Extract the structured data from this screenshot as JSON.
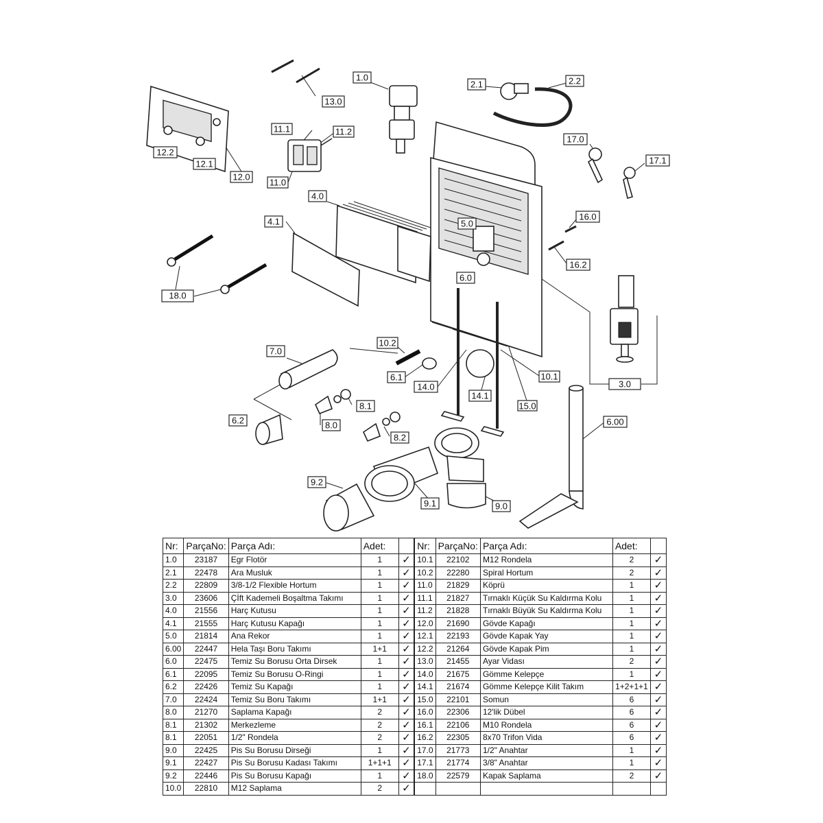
{
  "labels": {
    "l1_0": "1.0",
    "l2_1": "2.1",
    "l2_2": "2.2",
    "l3_0": "3.0",
    "l4_0": "4.0",
    "l4_1": "4.1",
    "l5_0": "5.0",
    "l6_0": "6.0",
    "l6_00": "6.00",
    "l6_1": "6.1",
    "l6_2": "6.2",
    "l7_0": "7.0",
    "l8_0": "8.0",
    "l8_1": "8.1",
    "l8_2": "8.2",
    "l9_0": "9.0",
    "l9_1": "9.1",
    "l9_2": "9.2",
    "l10_1": "10.1",
    "l10_2": "10.2",
    "l11_0": "11.0",
    "l11_1": "11.1",
    "l11_2": "11.2",
    "l12_0": "12.0",
    "l12_1": "12.1",
    "l12_2": "12.2",
    "l13_0": "13.0",
    "l14_0": "14.0",
    "l14_1": "14.1",
    "l15_0": "15.0",
    "l16_0": "16.0",
    "l16_2": "16.2",
    "l17_0": "17.0",
    "l17_1": "17.1",
    "l18_0": "18.0"
  },
  "table": {
    "headers": {
      "nr": "Nr:",
      "parca_no": "ParçaNo:",
      "parca_adi": "Parça Adı:",
      "adet": "Adet:"
    },
    "check": "✓",
    "left": [
      {
        "nr": "1.0",
        "no": "23187",
        "name": "Egr Flotör",
        "qty": "1"
      },
      {
        "nr": "2.1",
        "no": "22478",
        "name": "Ara Musluk",
        "qty": "1"
      },
      {
        "nr": "2.2",
        "no": "22809",
        "name": "3/8-1/2 Flexible Hortum",
        "qty": "1"
      },
      {
        "nr": "3.0",
        "no": "23606",
        "name": "Çİft Kademeli Boşaltma Takımı",
        "qty": "1"
      },
      {
        "nr": "4.0",
        "no": "21556",
        "name": "Harç Kutusu",
        "qty": "1"
      },
      {
        "nr": "4.1",
        "no": "21555",
        "name": "Harç Kutusu Kapağı",
        "qty": "1"
      },
      {
        "nr": "5.0",
        "no": "21814",
        "name": "Ana Rekor",
        "qty": "1"
      },
      {
        "nr": "6.00",
        "no": "22447",
        "name": "Hela Taşı Boru Takımı",
        "qty": "1+1"
      },
      {
        "nr": "6.0",
        "no": "22475",
        "name": "Temiz Su Borusu Orta Dirsek",
        "qty": "1"
      },
      {
        "nr": "6.1",
        "no": "22095",
        "name": "Temiz Su Borusu O-Ringi",
        "qty": "1"
      },
      {
        "nr": "6.2",
        "no": "22426",
        "name": "Temiz Su Kapağı",
        "qty": "1"
      },
      {
        "nr": "7.0",
        "no": "22424",
        "name": "Temiz Su Boru Takımı",
        "qty": "1+1"
      },
      {
        "nr": "8.0",
        "no": "21270",
        "name": "Saplama Kapağı",
        "qty": "2"
      },
      {
        "nr": "8.1",
        "no": "21302",
        "name": "Merkezleme",
        "qty": "2"
      },
      {
        "nr": "8.1",
        "no": "22051",
        "name": "1/2\" Rondela",
        "qty": "2"
      },
      {
        "nr": "9.0",
        "no": "22425",
        "name": "Pis Su Borusu Dirseği",
        "qty": "1"
      },
      {
        "nr": "9.1",
        "no": "22427",
        "name": "Pis Su Borusu Kadası Takımı",
        "qty": "1+1+1"
      },
      {
        "nr": "9.2",
        "no": "22446",
        "name": "Pis Su Borusu Kapağı",
        "qty": "1"
      },
      {
        "nr": "10.0",
        "no": "22810",
        "name": "M12 Saplama",
        "qty": "2"
      }
    ],
    "right": [
      {
        "nr": "10.1",
        "no": "22102",
        "name": "M12 Rondela",
        "qty": "2"
      },
      {
        "nr": "10.2",
        "no": "22280",
        "name": "Spiral Hortum",
        "qty": "2"
      },
      {
        "nr": "11.0",
        "no": "21829",
        "name": "Köprü",
        "qty": "1"
      },
      {
        "nr": "11.1",
        "no": "21827",
        "name": "Tırnaklı Küçük Su Kaldırma Kolu",
        "qty": "1"
      },
      {
        "nr": "11.2",
        "no": "21828",
        "name": "Tırnaklı Büyük Su Kaldırma Kolu",
        "qty": "1"
      },
      {
        "nr": "12.0",
        "no": "21690",
        "name": "Gövde Kapağı",
        "qty": "1"
      },
      {
        "nr": "12.1",
        "no": "22193",
        "name": "Gövde Kapak Yay",
        "qty": "1"
      },
      {
        "nr": "12.2",
        "no": "21264",
        "name": "Gövde Kapak Pim",
        "qty": "1"
      },
      {
        "nr": "13.0",
        "no": "21455",
        "name": "Ayar Vidası",
        "qty": "2"
      },
      {
        "nr": "14.0",
        "no": "21675",
        "name": "Gömme Kelepçe",
        "qty": "1"
      },
      {
        "nr": "14.1",
        "no": "21674",
        "name": "Gömme Kelepçe Kilit Takım",
        "qty": "1+2+1+1"
      },
      {
        "nr": "15.0",
        "no": "22101",
        "name": "Somun",
        "qty": "6"
      },
      {
        "nr": "16.0",
        "no": "22306",
        "name": "12'lik Dübel",
        "qty": "6"
      },
      {
        "nr": "16.1",
        "no": "22106",
        "name": "M10 Rondela",
        "qty": "6"
      },
      {
        "nr": "16.2",
        "no": "22305",
        "name": "8x70 Trifon Vida",
        "qty": "6"
      },
      {
        "nr": "17.0",
        "no": "21773",
        "name": "1/2\" Anahtar",
        "qty": "1"
      },
      {
        "nr": "17.1",
        "no": "21774",
        "name": "3/8\" Anahtar",
        "qty": "1"
      },
      {
        "nr": "18.0",
        "no": "22579",
        "name": "Kapak Saplama",
        "qty": "2"
      },
      {
        "nr": "",
        "no": "",
        "name": "",
        "qty": ""
      }
    ]
  }
}
